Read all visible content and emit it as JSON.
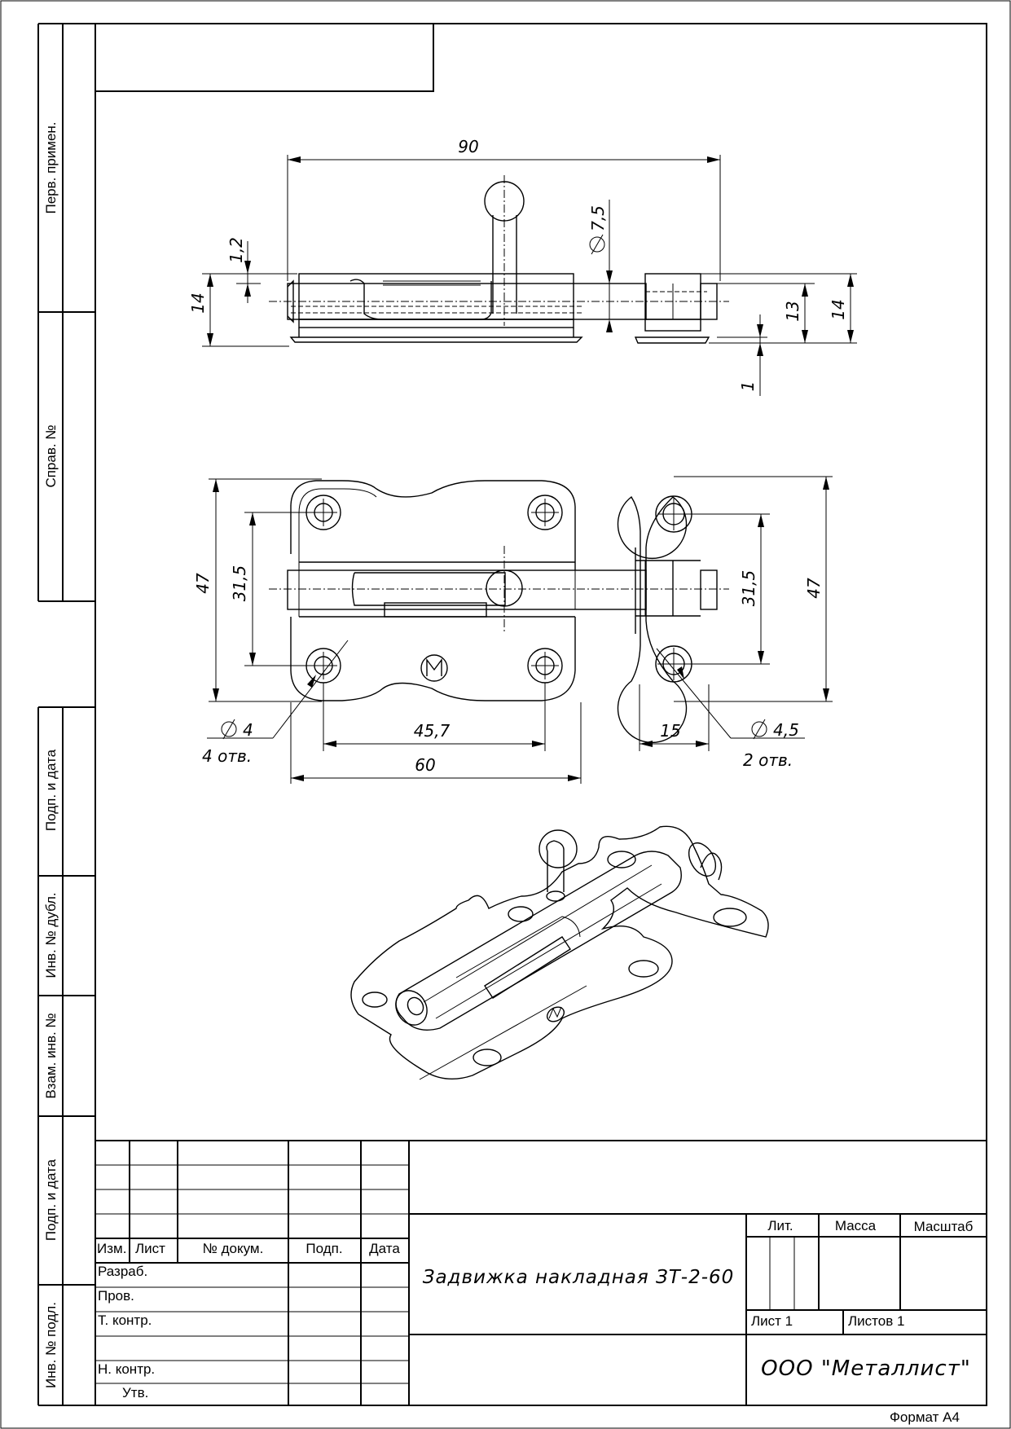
{
  "side_stamps": {
    "perv_primen": "Перв. примен.",
    "sprav_no": "Справ. №",
    "podp_data_1": "Подп. и дата",
    "inv_dubl": "Инв. № дубл.",
    "vzam_inv": "Взам. инв. №",
    "podp_data_2": "Подп. и дата",
    "inv_podl": "Инв. № подл."
  },
  "dimensions": {
    "d90": "90",
    "d1_2": "1,2",
    "d14_left": "14",
    "d7_5": "7,5",
    "d13": "13",
    "d14_right": "14",
    "d1": "1",
    "d47_left": "47",
    "d31_5_left": "31,5",
    "d31_5_right": "31,5",
    "d47_right": "47",
    "hole4": "4",
    "hole4_count": "4 отв.",
    "d45_7": "45,7",
    "d60": "60",
    "d15": "15",
    "hole4_5": "4,5",
    "hole4_5_count": "2 отв."
  },
  "title_block": {
    "col_izm": "Изм.",
    "col_list": "Лист",
    "col_dokum": "№ докум.",
    "col_podp": "Подп.",
    "col_data": "Дата",
    "razrab": "Разраб.",
    "prov": "Пров.",
    "t_kontr": "Т. контр.",
    "n_kontr": "Н. контр.",
    "utv": "Утв.",
    "title": "Задвижка накладная ЗТ-2-60",
    "lit": "Лит.",
    "massa": "Масса",
    "masshtab": "Масштаб",
    "list": "Лист 1",
    "listov": "Листов 1",
    "organization": "ООО \"Металлист\"",
    "format": "Формат А4"
  }
}
